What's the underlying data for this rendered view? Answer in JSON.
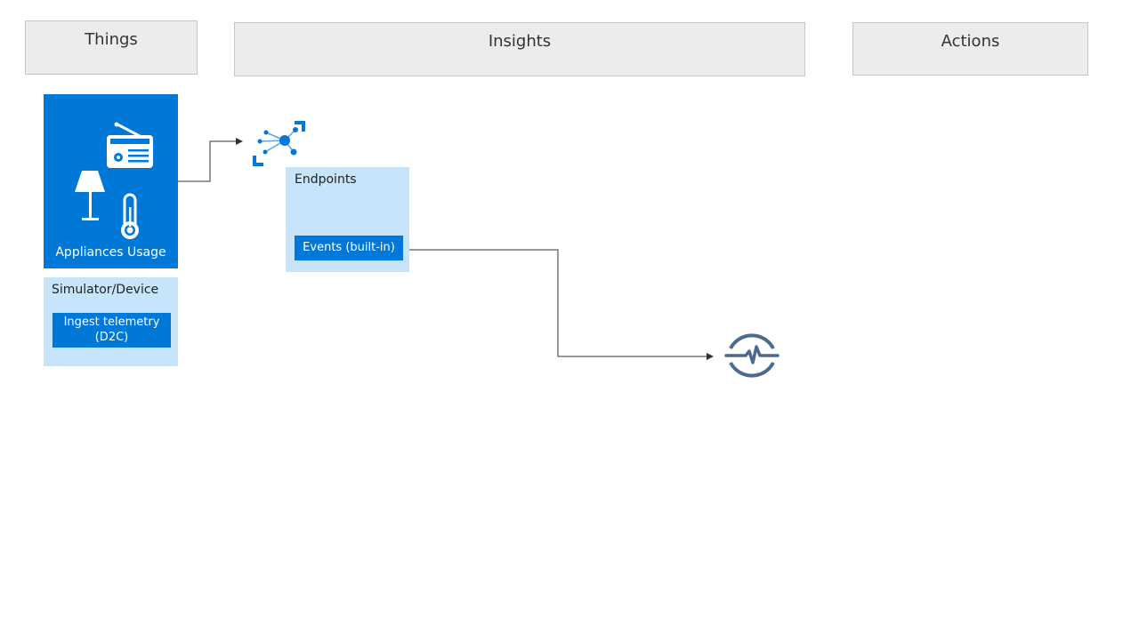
{
  "headers": {
    "things": "Things",
    "insights": "Insights",
    "actions": "Actions"
  },
  "appliances": {
    "label": "Appliances Usage"
  },
  "simulator": {
    "title": "Simulator/Device",
    "ingest_line1": "Ingest telemetry",
    "ingest_line2": "(D2C)"
  },
  "endpoints": {
    "title": "Endpoints",
    "events_label": "Events (built-in)"
  },
  "icons": {
    "appliances": [
      "radio-icon",
      "lamp-icon",
      "thermometer-icon"
    ],
    "hub": "iot-hub-icon",
    "target": "stream-analytics-icon"
  },
  "colors": {
    "header_bg": "#ececec",
    "accent_blue": "#0078d7",
    "light_blue": "#c6e5fb",
    "target_icon": "#4b6a8f"
  }
}
